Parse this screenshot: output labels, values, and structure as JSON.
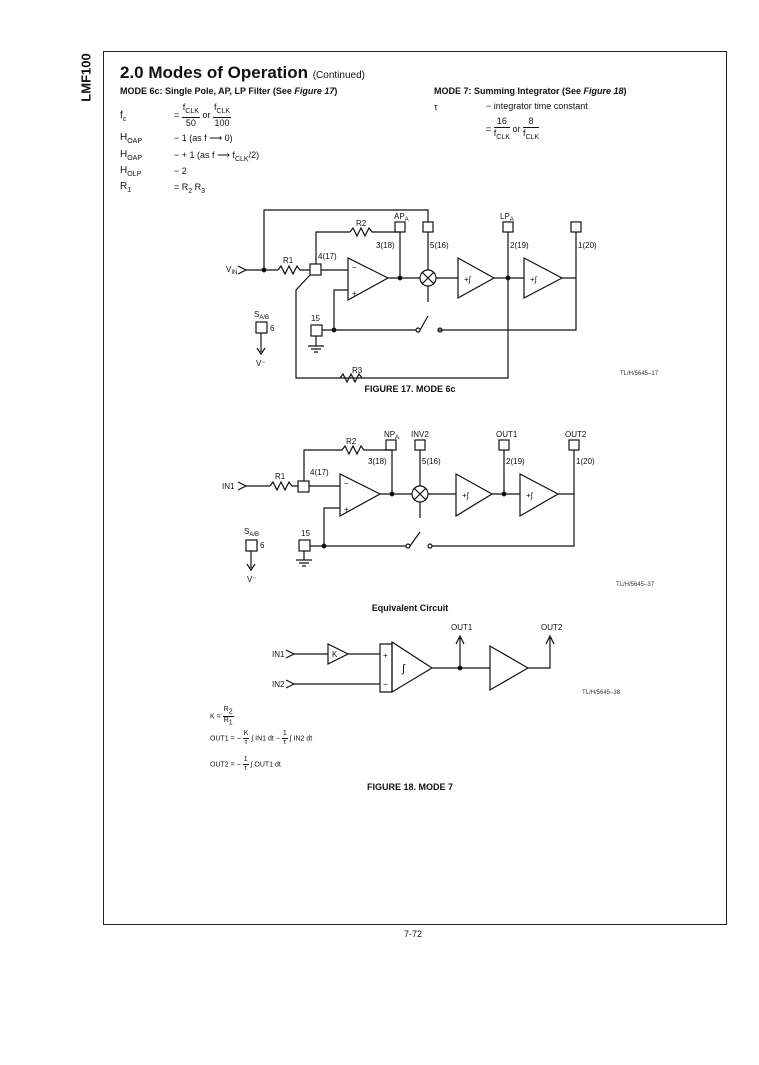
{
  "sidebar": {
    "part_number": "LMF100"
  },
  "header": {
    "section_title": "2.0 Modes of Operation",
    "continued": "(Continued)"
  },
  "left": {
    "mode_heading": "MODE 6c: Single Pole, AP, LP Filter (See ",
    "mode_heading_ref": "Figure 17",
    "mode_heading_end": ")",
    "fc_label": "f",
    "fc_sub": "c",
    "fc_eq": "=",
    "fc_num1": "f",
    "fc_num1_sub": "CLK",
    "fc_den1": "50",
    "fc_or": "or",
    "fc_num2": "f",
    "fc_num2_sub": "CLK",
    "fc_den2": "100",
    "hoap1_label": "H",
    "hoap1_sub": "OAP",
    "hoap1_eq": "−  1 (as f  ⟶  0)",
    "hoap2_label": "H",
    "hoap2_sub": "OAP",
    "hoap2_eq_a": "−  + 1 (as f  ⟶  f",
    "hoap2_eq_sub": "CLK",
    "hoap2_eq_b": "/2)",
    "holp_label": "H",
    "holp_sub": "OLP",
    "holp_eq": "−  2",
    "r1_label": "R",
    "r1_sub": "1",
    "r1_eq_a": "= R",
    "r1_eq_sub1": "2",
    "r1_eq_b": "  R",
    "r1_eq_sub2": "3"
  },
  "right": {
    "mode_heading": "MODE 7: Summing Integrator (See ",
    "mode_heading_ref": "Figure 18",
    "mode_heading_end": ")",
    "tau_label": "τ",
    "tau_eq": "−  integrator time constant",
    "t_num1": "16",
    "t_den1": "f",
    "t_den1_sub": "CLK",
    "t_or": "or",
    "t_num2": "8",
    "t_den2": "f",
    "t_den2_sub": "CLK"
  },
  "fig17": {
    "labels": {
      "r2": "R2",
      "apa": "AP",
      "apa_sub": "A",
      "lpa": "LP",
      "lpa_sub": "A",
      "p318": "3(18)",
      "p516": "5(16)",
      "p219": "2(19)",
      "p120": "1(20)",
      "p417": "4(17)",
      "r1": "R1",
      "vin": "V",
      "vin_sub": "IN",
      "sab": "S",
      "sab_sub": "A/B",
      "p6": "6",
      "p15": "15",
      "r3": "R3",
      "vminus": "V⁻",
      "minus": "−",
      "plus": "+",
      "intg": "+∫"
    },
    "ref": "TL/H/5645–17",
    "caption": "FIGURE 17. MODE 6c"
  },
  "fig18a": {
    "labels": {
      "r2": "R2",
      "npa": "NP",
      "npa_sub": "A",
      "inv2": "INV2",
      "out1": "OUT1",
      "out2": "OUT2",
      "p318": "3(18)",
      "p516": "5(16)",
      "p219": "2(19)",
      "p120": "1(20)",
      "p417": "4(17)",
      "r1": "R1",
      "in1": "IN1",
      "sab": "S",
      "sab_sub": "A/B",
      "p6": "6",
      "p15": "15",
      "vminus": "V⁻",
      "minus": "−",
      "plus": "+",
      "intg": "+∫"
    },
    "ref": "TL/H/5645–37",
    "caption": "Equivalent Circuit"
  },
  "fig18b": {
    "labels": {
      "out1": "OUT1",
      "out2": "OUT2",
      "in1": "IN1",
      "in2": "IN2",
      "k": "K",
      "plus": "+",
      "minus": "−",
      "intg": "∫"
    },
    "ref": "TL/H/5645–38",
    "k_eq_a": "K = ",
    "k_num": "R",
    "k_num_sub": "2",
    "k_den": "R",
    "k_den_sub": "1",
    "out1_eq_a": "OUT1 = −",
    "out1_k": "K",
    "out1_tau": "τ",
    "out1_eq_b": "∫ IN1 dt −",
    "out1_one": "1",
    "out1_tau2": "τ",
    "out1_eq_c": "∫ IN2 dt",
    "out2_eq_a": "OUT2 = −",
    "out2_one": "1",
    "out2_tau": "τ",
    "out2_eq_b": "∫ OUT1 dt",
    "caption": "FIGURE 18. MODE 7"
  },
  "footer": {
    "page": "7-72"
  }
}
